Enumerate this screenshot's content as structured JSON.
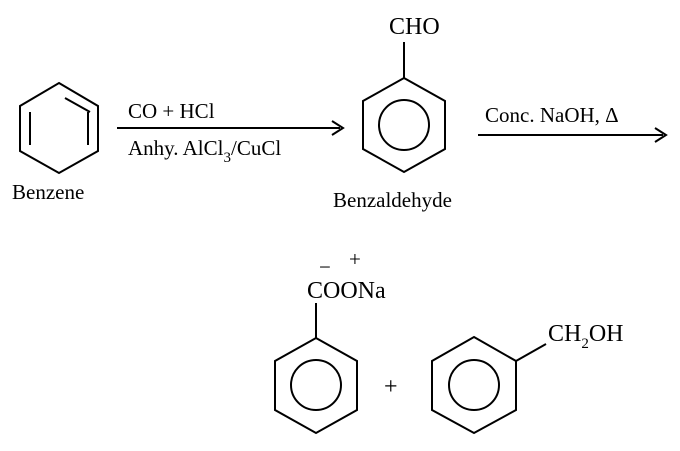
{
  "reaction": {
    "step1": {
      "reactant_label": "Benzene",
      "reagent_above": "CO + HCl",
      "reagent_below_prefix": "Anhy. AlCl",
      "reagent_below_sub": "3",
      "reagent_below_suffix": "/CuCl",
      "product_label": "Benzaldehyde",
      "product_group": "CHO"
    },
    "step2": {
      "reagent_above": "Conc. NaOH, Δ"
    },
    "products": {
      "product1_group_prefix": "COO",
      "product1_group_suffix": "Na",
      "product1_minus_charge": "−",
      "product1_plus_charge": "+",
      "plus_sign": "+",
      "product2_group_prefix": "CH",
      "product2_group_sub": "2",
      "product2_group_suffix": "OH"
    }
  }
}
